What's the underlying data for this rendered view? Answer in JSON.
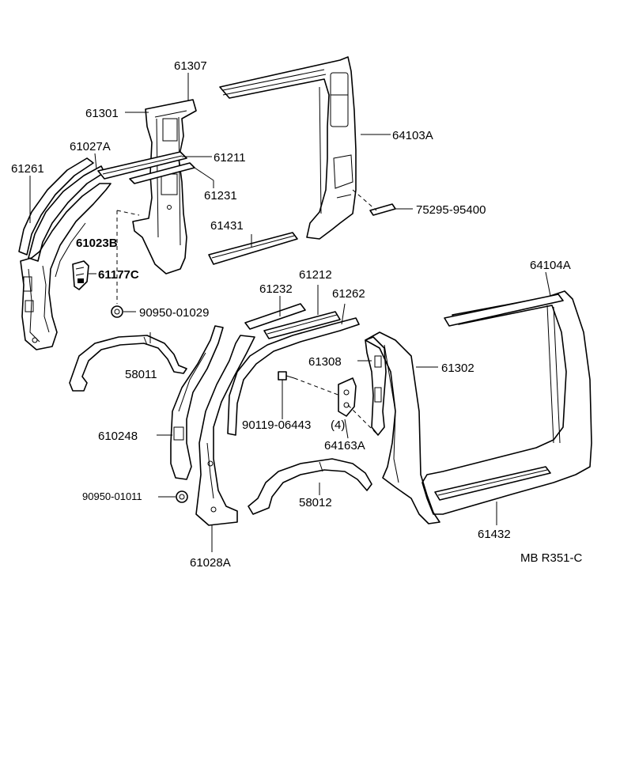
{
  "labels": {
    "p61307": "61307",
    "p61301": "61301",
    "p64103A": "64103A",
    "p61027A": "61027A",
    "p61211": "61211",
    "p61261": "61261",
    "p61231": "61231",
    "p75295": "75295-95400",
    "p61431": "61431",
    "p61023B": "61023B",
    "p61177C": "61177C",
    "p64104A": "64104A",
    "p61212": "61212",
    "p61232": "61232",
    "p61262": "61262",
    "p90950_01029": "90950-01029",
    "p58011": "58011",
    "p61308": "61308",
    "p61302": "61302",
    "p90119": "90119-06443",
    "p90119qty": "(4)",
    "p61024B": "610248",
    "p64163A": "64163A",
    "p90950_01011": "90950-01011",
    "p58012": "58012",
    "p61432": "61432",
    "p61028A": "61028A",
    "ref": "MB R351-C"
  }
}
